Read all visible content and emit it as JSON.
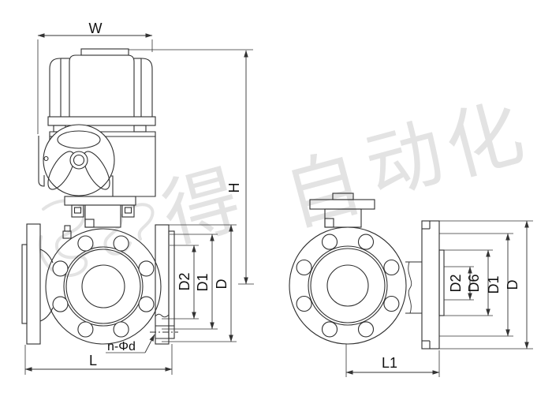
{
  "drawing": {
    "subject": "electric actuated flanged three-way ball valve dimension drawing",
    "front_view": {
      "labels": {
        "width": "W",
        "height": "H",
        "d2": "D2",
        "d1": "D1",
        "d": "D",
        "length": "L",
        "bolt_note": "n-Φd"
      }
    },
    "side_view": {
      "labels": {
        "d2": "D2",
        "d6": "D6",
        "d1": "D1",
        "d": "D",
        "length": "L1"
      }
    },
    "watermark": {
      "chars": [
        "得",
        "自",
        "动",
        "化"
      ]
    },
    "colors": {
      "line": "#2f2f2f",
      "dim": "#333333",
      "watermark": "#e3e3e3",
      "background": "#ffffff"
    }
  }
}
